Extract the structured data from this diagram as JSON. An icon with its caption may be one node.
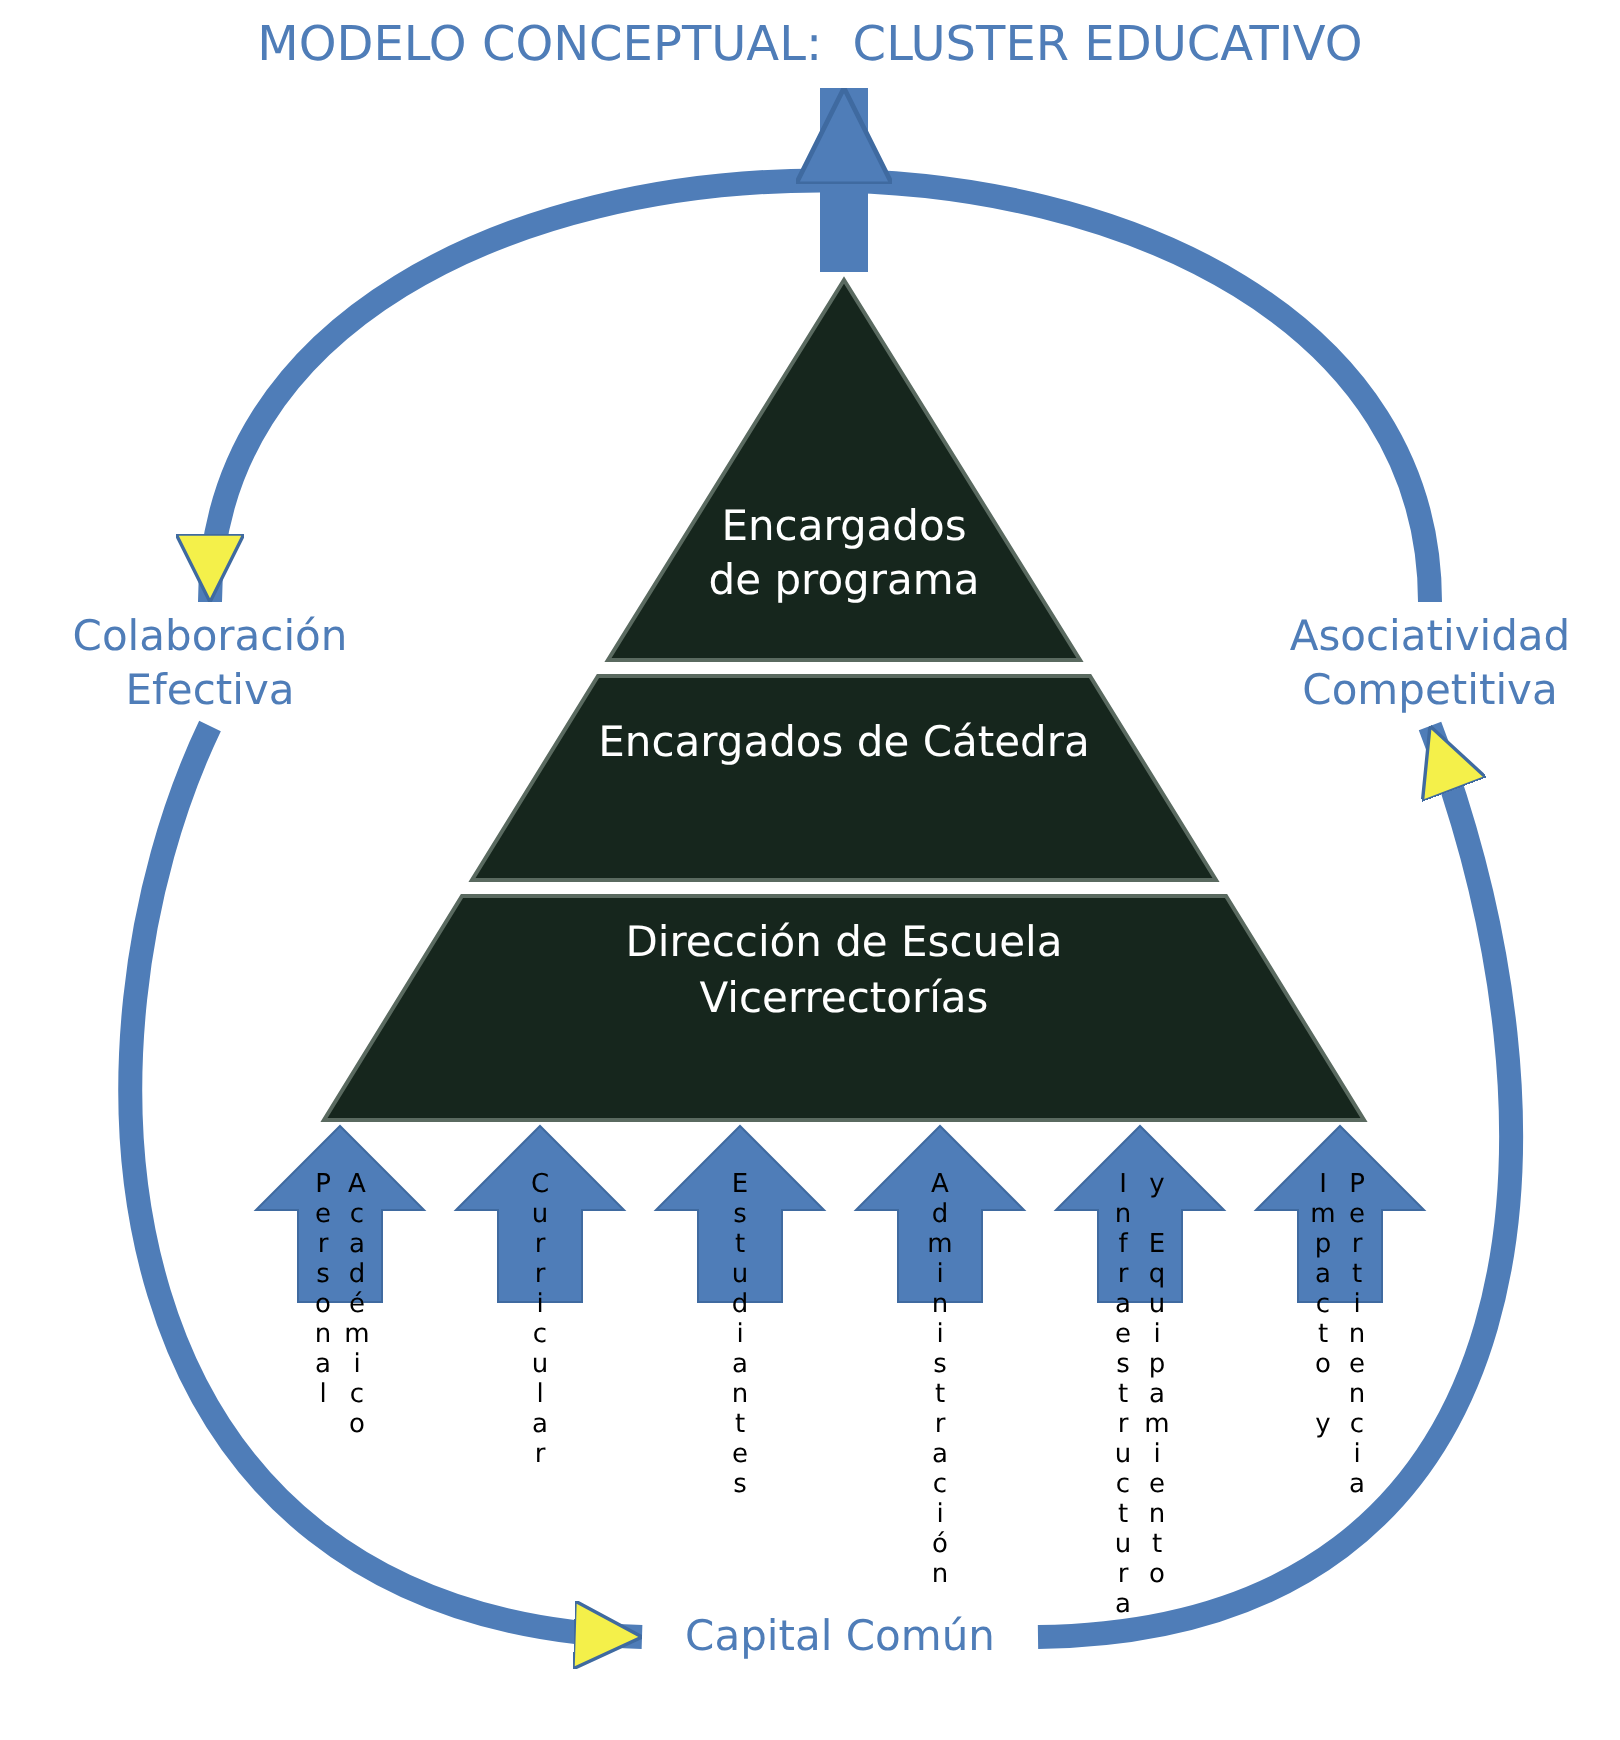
{
  "diagram": {
    "title": "MODELO CONCEPTUAL:  CLUSTER EDUCATIVO",
    "nodes": [
      {
        "text": [
          "Encargados de programa"
        ]
      },
      {
        "text": [
          "Encargados de Cátedra"
        ]
      },
      {
        "text": [
          "Dirección de Escuela",
          "Vicerrectorías"
        ]
      },
      {
        "text": [
          "Colaboración Efectiva"
        ]
      },
      {
        "text": [
          "Asociatividad Competitiva"
        ]
      },
      {
        "text": [
          "Capital Común"
        ]
      },
      {
        "text": [
          "Personal Académico"
        ]
      },
      {
        "text": [
          "Curricular"
        ]
      },
      {
        "text": [
          "Estudiantes"
        ]
      },
      {
        "text": [
          "Administración"
        ]
      },
      {
        "text": [
          "Infraestructura y Equipamiento"
        ]
      },
      {
        "text": [
          "Impacto y Pertinencia"
        ]
      }
    ],
    "edges": [
      {
        "from": 4,
        "to": 3,
        "arrow": "to"
      },
      {
        "from": 3,
        "to": 5,
        "arrow": "to"
      },
      {
        "from": 5,
        "to": 4,
        "arrow": "to"
      },
      {
        "from": 0,
        "to": null,
        "arrow": "to",
        "style": "thick"
      }
    ]
  }
}
